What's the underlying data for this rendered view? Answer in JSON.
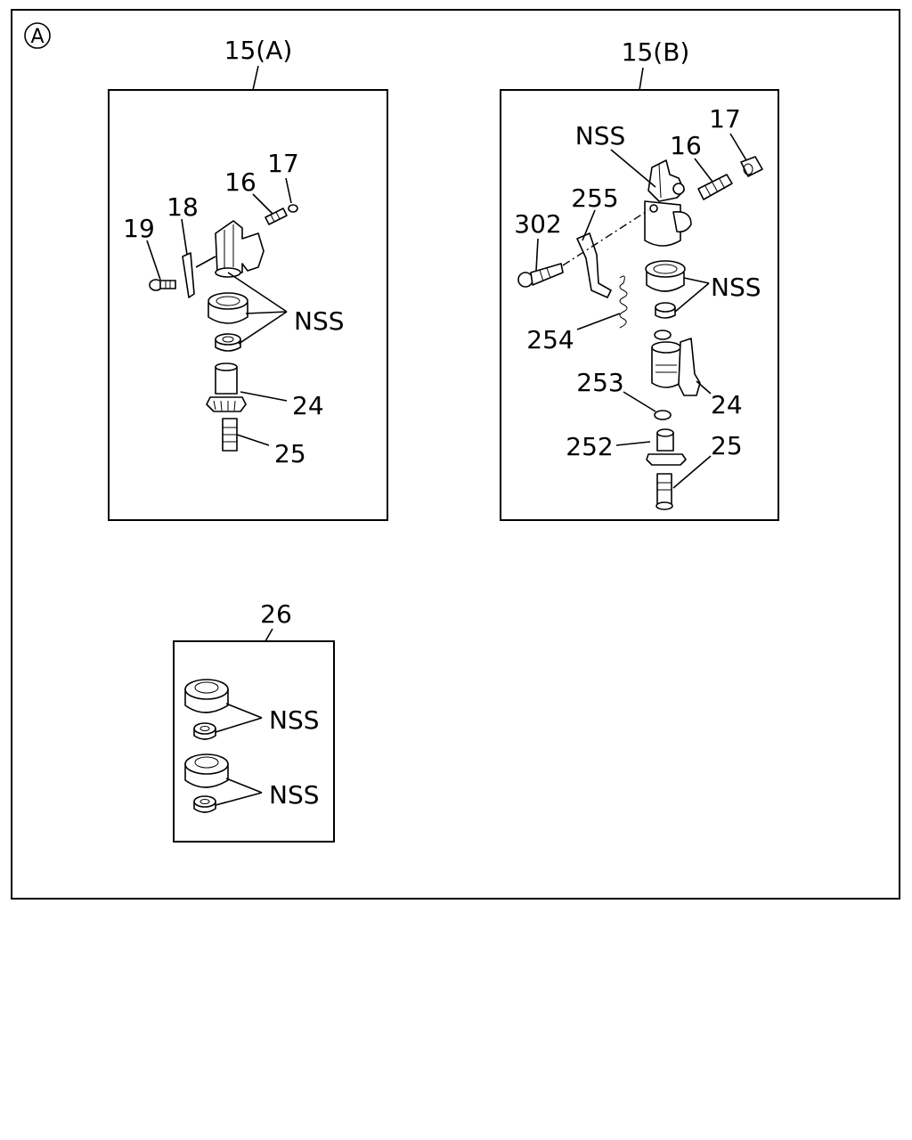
{
  "view_marker": "A",
  "groups": {
    "group_a": {
      "title": "15(A)",
      "labels": {
        "l19": "19",
        "l18": "18",
        "l16": "16",
        "l17": "17",
        "nss": "NSS",
        "l24": "24",
        "l25": "25"
      }
    },
    "group_b": {
      "title": "15(B)",
      "labels": {
        "nss_top": "NSS",
        "l16": "16",
        "l17": "17",
        "l255": "255",
        "l302": "302",
        "nss_mid": "NSS",
        "l254": "254",
        "l253": "253",
        "l24": "24",
        "l252": "252",
        "l25": "25"
      }
    },
    "group_26": {
      "title": "26",
      "labels": {
        "nss_1": "NSS",
        "nss_2": "NSS"
      }
    }
  }
}
